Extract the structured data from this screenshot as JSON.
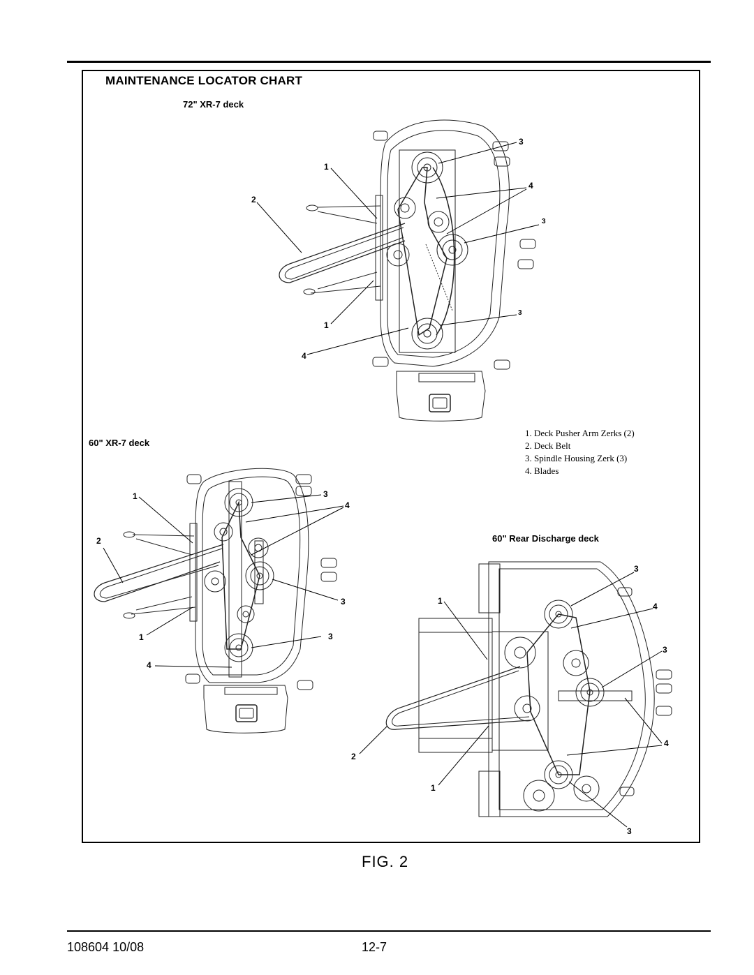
{
  "header": {
    "title": "MAINTENANCE LOCATOR CHART"
  },
  "decks": {
    "deck72": {
      "title": "72\" XR-7 deck",
      "callouts": [
        "3",
        "1",
        "4",
        "2",
        "3",
        "3",
        "1",
        "4"
      ]
    },
    "deck60": {
      "title": "60\" XR-7 deck",
      "callouts": [
        "1",
        "3",
        "4",
        "2",
        "3",
        "1",
        "3",
        "4"
      ]
    },
    "deckRear": {
      "title": "60\" Rear Discharge deck",
      "callouts": [
        "3",
        "1",
        "4",
        "3",
        "2",
        "4",
        "1",
        "3"
      ]
    }
  },
  "legend": [
    "1.  Deck Pusher Arm Zerks (2)",
    "2.  Deck Belt",
    "3.  Spindle Housing Zerk (3)",
    "4.  Blades"
  ],
  "figure_label": "FIG. 2",
  "footer": {
    "doc_number": "108604 10/08",
    "page": "12-7"
  }
}
